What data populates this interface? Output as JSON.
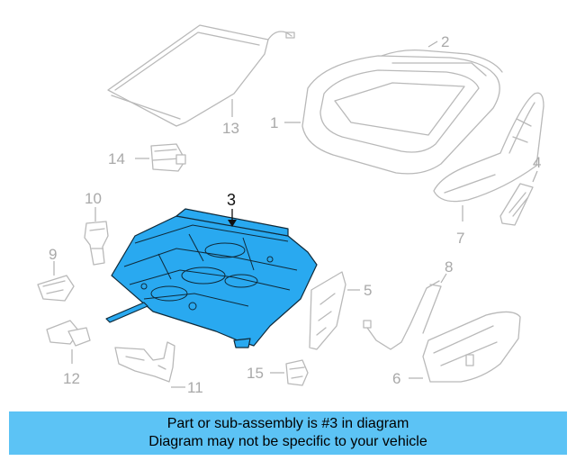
{
  "diagram": {
    "highlighted_part": {
      "number": "3"
    },
    "callouts": {
      "p1": "1",
      "p2": "2",
      "p3": "3",
      "p4": "4",
      "p5": "5",
      "p6": "6",
      "p7": "7",
      "p8": "8",
      "p9": "9",
      "p10": "10",
      "p11": "11",
      "p12": "12",
      "p13": "13",
      "p14": "14",
      "p15": "15"
    },
    "colors": {
      "highlight": "#29a9f0",
      "outline": "#b9b9b9",
      "banner": "#5cc3f5"
    }
  },
  "banner": {
    "line1": "Part or sub-assembly is #3 in diagram",
    "line2": "Diagram may not be specific to your vehicle"
  }
}
